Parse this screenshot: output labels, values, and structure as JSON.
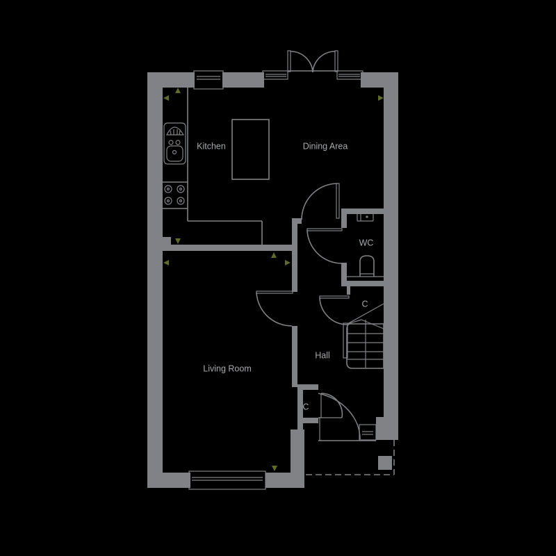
{
  "plan": {
    "type": "ground-floor-plan",
    "colors": {
      "background": "#000000",
      "walls": "#808285",
      "labels": "#a7a9ac",
      "markers": "#5f6b2a"
    }
  },
  "rooms": {
    "kitchen": {
      "label": "Kitchen"
    },
    "dining": {
      "label": "Dining Area"
    },
    "wc": {
      "label": "WC"
    },
    "cupboard_stairs": {
      "label": "C"
    },
    "hall": {
      "label": "Hall"
    },
    "living": {
      "label": "Living Room"
    },
    "cupboard_front": {
      "label": "C"
    }
  },
  "fixtures": {
    "sink": "kitchen-sink-icon",
    "hob": "hob-icon",
    "island": "kitchen-island",
    "toilet": "toilet-icon",
    "basin": "basin-icon",
    "stairs": "staircase",
    "french_doors": "french-doors"
  }
}
